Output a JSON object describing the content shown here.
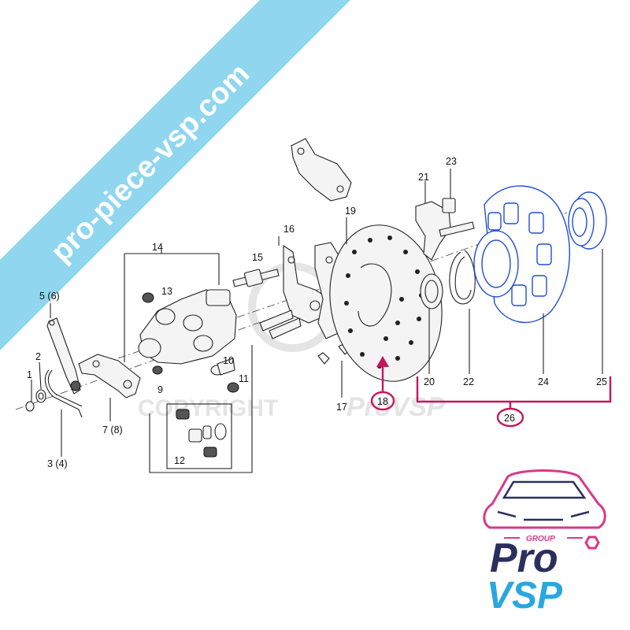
{
  "watermark": {
    "banner_text": "pro-piece-vsp.com",
    "banner_color": "#8fd6ee",
    "copyright_text": "COPYRIGHT",
    "copyright_brand": "ProVSP"
  },
  "callouts": {
    "c1": "1",
    "c2": "2",
    "c3": "3 (4)",
    "c5": "5 (6)",
    "c7": "7 (8)",
    "c9": "9",
    "c10": "10",
    "c11": "11",
    "c12": "12",
    "c13": "13",
    "c14": "14",
    "c15": "15",
    "c16": "16",
    "c17": "17",
    "c18": "18",
    "c19": "19",
    "c20": "20",
    "c21": "21",
    "c22": "22",
    "c23": "23",
    "c24": "24",
    "c25": "25",
    "c26": "26"
  },
  "highlight": {
    "color": "#c2185b",
    "highlighted_parts": [
      "18",
      "26"
    ],
    "assembly_parts_blue": [
      "24",
      "25"
    ],
    "assembly_color": "#1f4fd0"
  },
  "logo": {
    "group_text": "GROUP",
    "word_top": "Pro",
    "word_bottom": "VSP",
    "color_pink": "#d63a8a",
    "color_navy": "#2b2f5e",
    "color_blue": "#29a7df"
  }
}
